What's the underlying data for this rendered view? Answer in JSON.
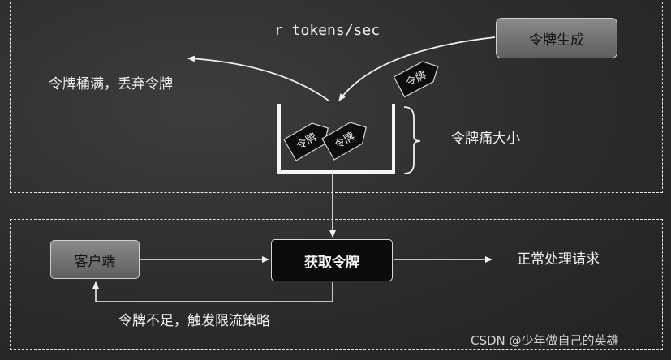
{
  "top": {
    "rate_label": "r tokens/sec",
    "generator_label": "令牌生成",
    "overflow_label": "令牌桶满，丢弃令牌",
    "bucket_size_label": "令牌痛大小",
    "token_label": "令牌"
  },
  "bottom": {
    "client_label": "客户端",
    "acquire_label": "获取令牌",
    "normal_label": "正常处理请求",
    "reject_label": "令牌不足，触发限流策略"
  },
  "watermark": "CSDN @少年做自己的英雄",
  "colors": {
    "background": "#2d2d2d",
    "line": "#f0f0f0",
    "token_fill": "#0d0d0d",
    "gray_box": "#6e6e6e"
  }
}
